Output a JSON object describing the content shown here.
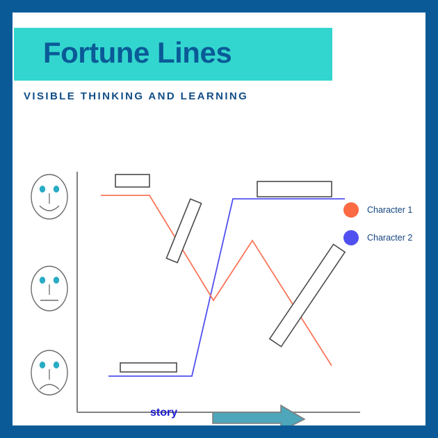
{
  "header": {
    "title": "Fortune Lines",
    "subtitle": "VISIBLE THINKING AND LEARNING",
    "banner_color": "#33d6ce",
    "title_color": "#0a5a97",
    "border_color": "#0a5a97"
  },
  "legend": {
    "items": [
      {
        "label": "Character 1",
        "color": "#fb6a42"
      },
      {
        "label": "Character 2",
        "color": "#5050f0"
      }
    ]
  },
  "axis": {
    "x_label": "story",
    "x_label_color": "#1b1bd4",
    "arrow_color": "#4ea6ba",
    "arrow_outline": "#7f7f7f",
    "axis_color": "#808080",
    "y_icons": [
      {
        "name": "happy-face-icon",
        "mood": "happy"
      },
      {
        "name": "neutral-face-icon",
        "mood": "neutral"
      },
      {
        "name": "sad-face-icon",
        "mood": "sad"
      }
    ],
    "face_eye_color": "#29abc4",
    "face_stroke_color": "#6b6b6b"
  },
  "annotations": {
    "boxes": [
      {
        "name": "note-box-top-left",
        "rotation": 0
      },
      {
        "name": "note-box-upper-mid",
        "rotation": 22
      },
      {
        "name": "note-box-top-right",
        "rotation": 0
      },
      {
        "name": "note-box-lower-right",
        "rotation": 34
      },
      {
        "name": "note-box-bottom-left",
        "rotation": 0
      }
    ],
    "box_stroke": "#4a4a4a"
  },
  "chart_data": {
    "type": "line",
    "title": "Fortune Lines",
    "xlabel": "story",
    "ylabel": "",
    "grid": false,
    "legend_position": "right",
    "x": [
      0,
      1,
      2,
      3,
      4,
      5
    ],
    "ytick_labels": [
      "happy",
      "neutral",
      "sad"
    ],
    "ylim": [
      0,
      1
    ],
    "series": [
      {
        "name": "Character 1",
        "color": "#fb6a42",
        "points": [
          [
            127,
            263
          ],
          [
            197,
            263
          ],
          [
            289,
            414
          ],
          [
            345,
            328
          ],
          [
            459,
            508
          ]
        ]
      },
      {
        "name": "Character 2",
        "color": "#5050f0",
        "points": [
          [
            138,
            523
          ],
          [
            258,
            523
          ],
          [
            317,
            268
          ],
          [
            478,
            268
          ]
        ]
      }
    ]
  }
}
